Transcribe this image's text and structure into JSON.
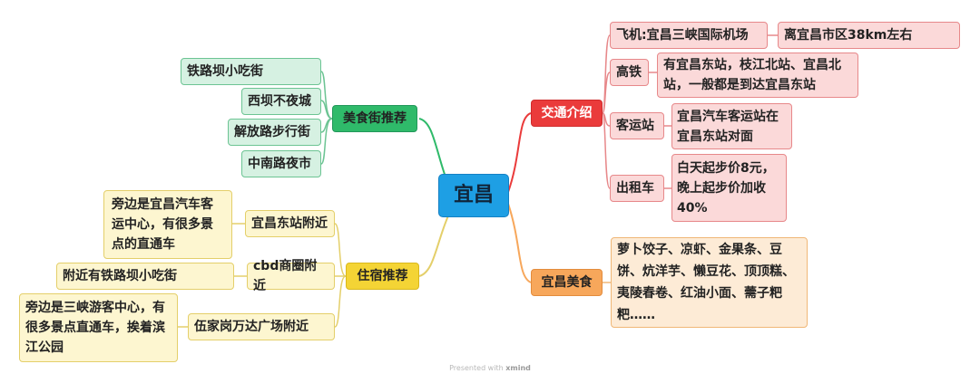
{
  "center": "宜昌",
  "branches": {
    "food_street": {
      "title": "美食街推荐",
      "items": [
        "铁路坝小吃街",
        "西坝不夜城",
        "解放路步行街",
        "中南路夜市"
      ]
    },
    "lodging": {
      "title": "住宿推荐",
      "items": [
        {
          "label": "宜昌东站附近",
          "note": "旁边是宜昌汽车客运中心，有很多景点的直通车"
        },
        {
          "label": "cbd商圈附近",
          "note": "附近有铁路坝小吃街"
        },
        {
          "label": "伍家岗万达广场附近",
          "note": "旁边是三峡游客中心，有很多景点直通车，挨着滨江公园"
        }
      ]
    },
    "transport": {
      "title": "交通介绍",
      "items": [
        {
          "label": "飞机:宜昌三峡国际机场",
          "note": "离宜昌市区38km左右"
        },
        {
          "label": "高铁",
          "note": "有宜昌东站，枝江北站、宜昌北站，一般都是到达宜昌东站"
        },
        {
          "label": "客运站",
          "note": "宜昌汽车客运站在宜昌东站对面"
        },
        {
          "label": "出租车",
          "note": "白天起步价8元，晚上起步价加收40%"
        }
      ]
    },
    "local_food": {
      "title": "宜昌美食",
      "note": "萝卜饺子、凉虾、金果条、豆饼、炕洋芋、懒豆花、顶顶糕、夷陵春卷、红油小面、薷子粑粑……"
    }
  },
  "watermark": {
    "prefix": "Presented with",
    "brand": "xmind"
  },
  "colors": {
    "center": "#1e9fe4",
    "green": "#2fba6a",
    "red": "#ea3b3b",
    "orange": "#f7a75b",
    "yellow": "#f4d435"
  }
}
